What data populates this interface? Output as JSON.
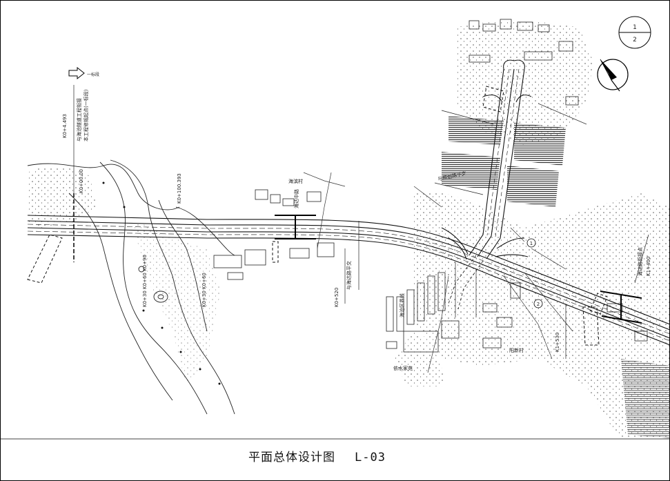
{
  "drawing": {
    "title": "平面总体设计图",
    "code": "L-03",
    "sheet_index": {
      "current": "1",
      "total": "2"
    }
  },
  "labels": {
    "direction_note": "一标段",
    "km_start": "K0+4.493",
    "interface_note_1": "与海沧隧道工程衔接",
    "interface_note_2": "本工程修规起点(一标段)",
    "left_vertical_1": "K0+00.00",
    "left_vertical_2": "K0+100.393",
    "village_top": "海滨村",
    "road_label_1": "海达中路",
    "road_label_2": "与海达路平交",
    "crossing_label": "与规划路平交",
    "mid_vertical_1": "海沧区界线",
    "mid_vertical_2": "K0+520",
    "right_vertical_1": "海达路衔接点",
    "right_vertical_2": "K1+400",
    "right_vertical_3": "K1+530",
    "village_right": "阳新村",
    "village_bottom": "依水家苑",
    "circle_1": "1",
    "circle_2": "2",
    "left_stations": "K0+30  K0+60  K0+90",
    "left_stations_2": "K0+30  K0+60"
  },
  "colors": {
    "line": "#1a1a1a",
    "hatch": "#444444",
    "dense": "#333333"
  }
}
